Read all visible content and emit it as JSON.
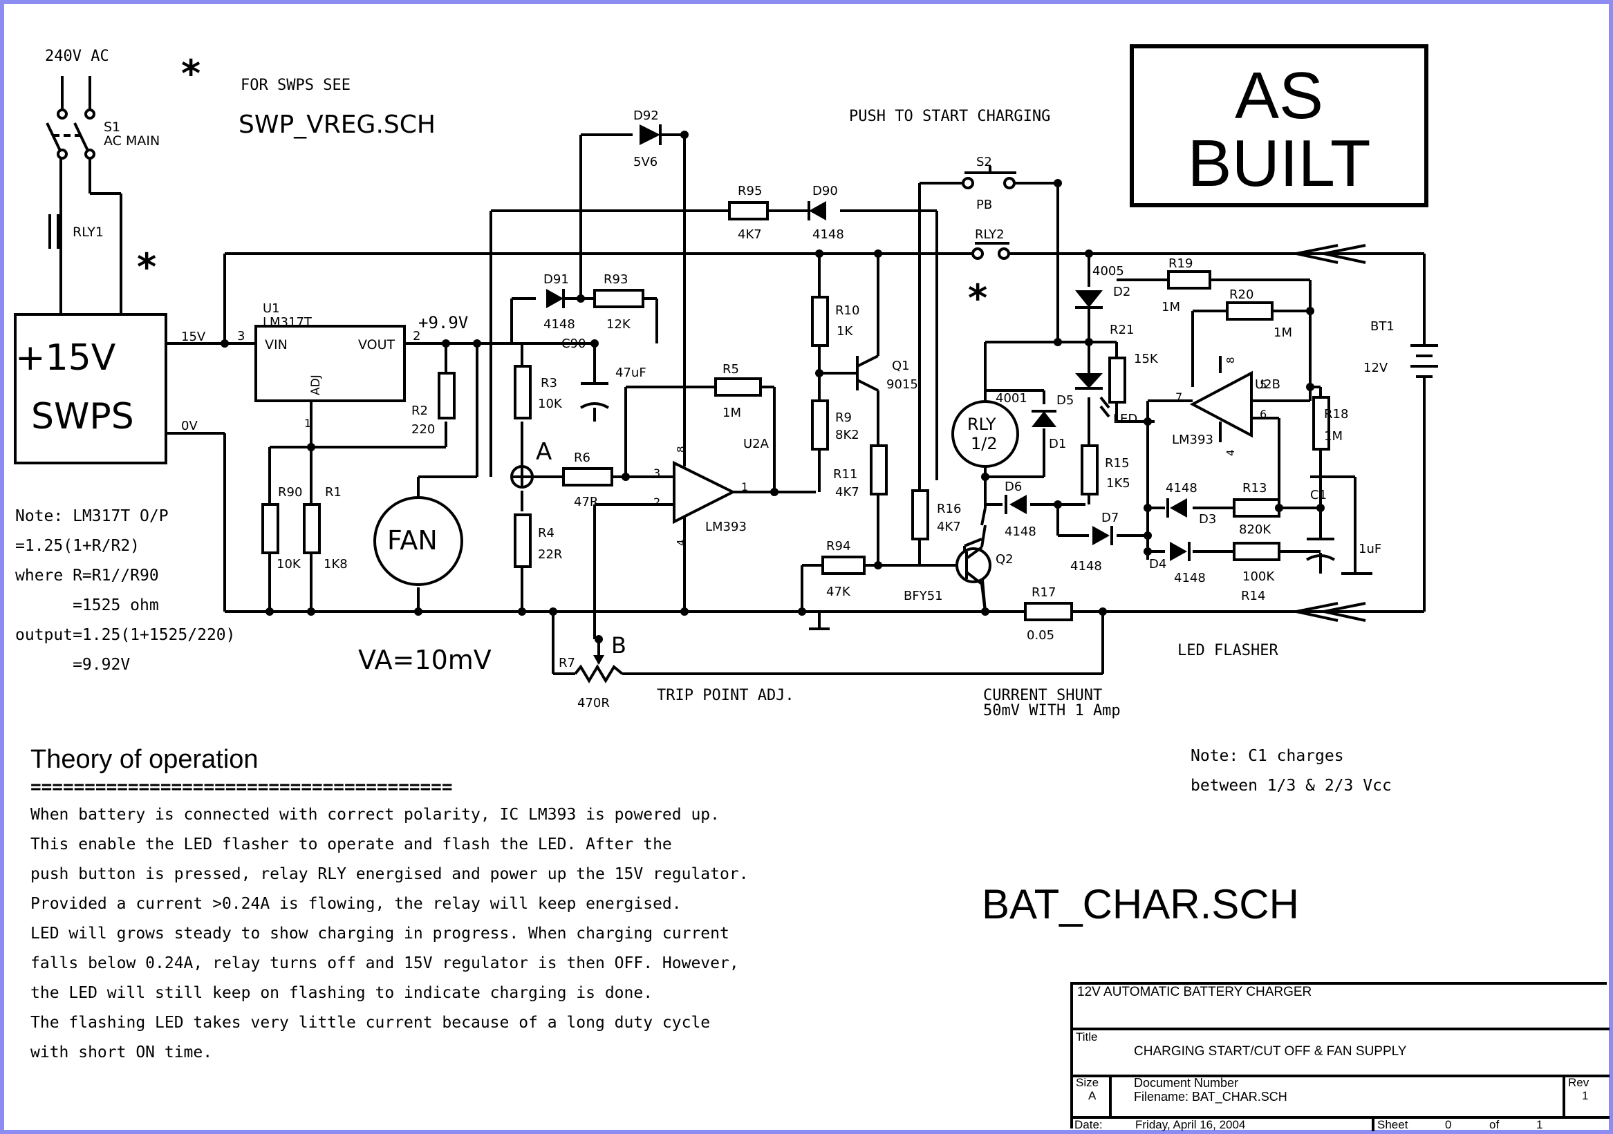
{
  "schematic": {
    "mains": "240V AC",
    "s1_label": "S1",
    "s1_desc": "AC MAIN",
    "rly1": "RLY1",
    "asterisk": "*",
    "swps_note": "FOR SWPS SEE",
    "swps_file": "SWP_VREG.SCH",
    "swps_box_line1": "+15V",
    "swps_box_line2": "SWPS",
    "rail_15v": "15V",
    "rail_0v": "0V",
    "u1": "U1",
    "u1_part": "LM317T",
    "vin": "VIN",
    "vout": "VOUT",
    "adj": "ADJ",
    "pin3": "3",
    "pin2": "2",
    "pin1": "1",
    "vout_value": "+9.9V",
    "d92": "D92",
    "d92_val": "5V6",
    "d91": "D91",
    "d91_val": "4148",
    "r93": "R93",
    "r93_val": "12K",
    "c90": "C90",
    "c90_val": "47uF",
    "r95": "R95",
    "r95_val": "4K7",
    "d90": "D90",
    "d90_val": "4148",
    "push_label": "PUSH TO START CHARGING",
    "s2": "S2",
    "pb": "PB",
    "rly2": "RLY2",
    "r2": "R2",
    "r2_val": "220",
    "r3": "R3",
    "r3_val": "10K",
    "r4": "R4",
    "r4_val": "22R",
    "r6": "R6",
    "r6_val": "47R",
    "r5": "R5",
    "r5_val": "1M",
    "u2a": "U2A",
    "u2a_part": "LM393",
    "op_pin3": "3",
    "op_pin2": "2",
    "op_pin1": "1",
    "op_pin8": "8",
    "op_pin4": "4",
    "node_a": "A",
    "node_b": "B",
    "r10": "R10",
    "r10_val": "1K",
    "r9": "R9",
    "r9_val": "8K2",
    "r11": "R11",
    "r11_val": "4K7",
    "q1": "Q1",
    "q1_val": "9015",
    "r94": "R94",
    "r94_val": "47K",
    "r16": "R16",
    "r16_val": "4K7",
    "q2": "Q2",
    "q2_val": "BFY51",
    "r17": "R17",
    "r17_val": "0.05",
    "rly": "RLY",
    "rly_half": "1/2",
    "d1_val": "4001",
    "d1": "D1",
    "d6": "D6",
    "d6_val": "4148",
    "d2": "D2",
    "d2_val": "4005",
    "d5": "D5",
    "led": "LED",
    "r21": "R21",
    "r21_val": "15K",
    "r15": "R15",
    "r15_val": "1K5",
    "d7": "D7",
    "d7_val": "4148",
    "r19": "R19",
    "r19_val": "1M",
    "r20": "R20",
    "r20_val": "1M",
    "u2b": "U2B",
    "u2b_part": "LM393",
    "pin7": "7",
    "pin5": "5",
    "pin6": "6",
    "pin8b": "8",
    "pin4b": "4",
    "d3": "D3",
    "d3_val": "4148",
    "r13": "R13",
    "r13_val": "820K",
    "d4": "D4",
    "d4_val": "4148",
    "r14": "R14",
    "r14_val": "100K",
    "c1": "C1",
    "c1_val": "1uF",
    "r18": "R18",
    "r18_val": "1M",
    "bt1": "BT1",
    "bt1_val": "12V",
    "r90": "R90",
    "r90_val": "10K",
    "r1": "R1",
    "r1_val": "1K8",
    "fan": "FAN",
    "va": "VA=10mV",
    "r7": "R7",
    "r7_val": "470R",
    "trip": "TRIP POINT ADJ.",
    "shunt1": "CURRENT SHUNT",
    "shunt2": "50mV WITH 1 Amp",
    "flasher": "LED FLASHER"
  },
  "notes": [
    "Note: LM317T O/P",
    "=1.25(1+R/R2)",
    "where R=R1//R90",
    "      =1525 ohm",
    "output=1.25(1+1525/220)",
    "      =9.92V"
  ],
  "c1_note": [
    "Note: C1 charges",
    "between 1/3 & 2/3 Vcc"
  ],
  "as_built": [
    "AS",
    "BUILT"
  ],
  "big_filename": "BAT_CHAR.SCH",
  "theory": {
    "title": "Theory of operation",
    "rule": "=======================================",
    "lines": [
      "When battery is connected with correct polarity, IC LM393 is powered up.",
      "This enable the LED flasher to operate and flash the LED. After the",
      "push button is pressed, relay RLY energised and power up the 15V regulator.",
      "Provided a current >0.24A is flowing, the relay will keep energised.",
      "LED will grows steady to show charging in progress. When charging current",
      "falls below 0.24A, relay turns off and 15V regulator is then OFF. However,",
      "the LED will still keep on flashing to indicate charging is done.",
      "The flashing LED takes very little current because of a long duty cycle",
      "with short ON time."
    ]
  },
  "title_block": {
    "project": "12V AUTOMATIC BATTERY CHARGER",
    "title_label": "Title",
    "title": "CHARGING START/CUT OFF & FAN SUPPLY",
    "size_label": "Size",
    "size": "A",
    "docnum_label": "Document Number",
    "filename": "Filename: BAT_CHAR.SCH",
    "rev_label": "Rev",
    "rev": "1",
    "date_label": "Date:",
    "date": "Friday, April 16, 2004",
    "sheet_label": "Sheet",
    "sheet": "0",
    "of_label": "of",
    "of": "1"
  }
}
